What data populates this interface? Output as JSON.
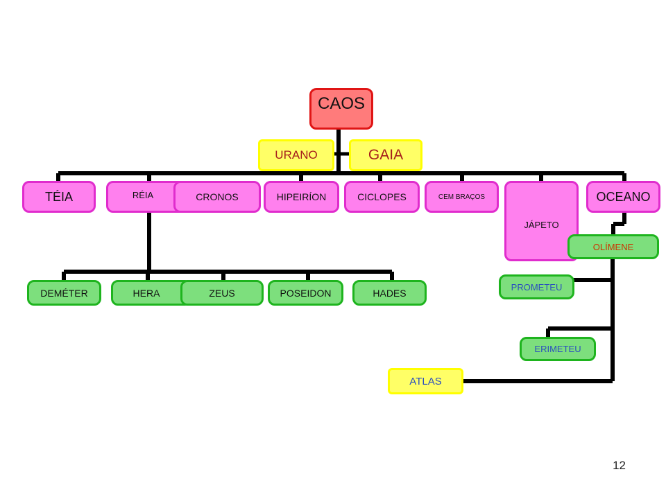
{
  "diagram": {
    "root": "CAOS",
    "parents": [
      "URANO",
      "GAIA"
    ],
    "titans": [
      "TÉIA",
      "RÉIA",
      "CRONOS",
      "HIPEIRÍON",
      "CICLOPES",
      "CEM BRAÇOS",
      "JÁPETO",
      "OCEANO"
    ],
    "children_of_reia_cronos": [
      "DEMÉTER",
      "HERA",
      "ZEUS",
      "POSEIDON",
      "HADES"
    ],
    "japeto_line": [
      "OLÍMENE",
      "PROMETEU",
      "ERIMETEU",
      "ATLAS"
    ]
  },
  "colors": {
    "root": "#ff7b7b",
    "parents": "#ffff66",
    "titans": "#ff80ee",
    "descendants": "#7ddf7d",
    "lines": "#000000"
  },
  "page_number": "12"
}
